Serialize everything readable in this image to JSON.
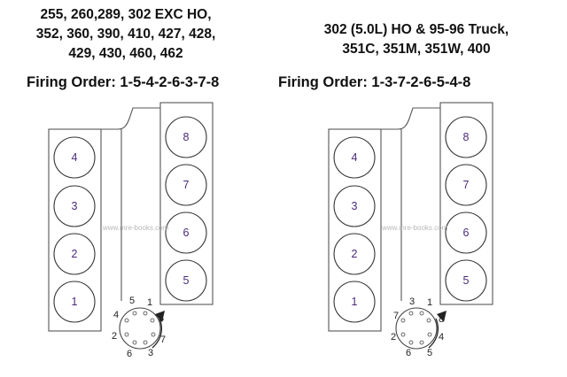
{
  "left": {
    "engines": [
      "255, 260,289, 302 EXC HO,",
      "352, 360, 390, 410, 427, 428,",
      "429, 430, 460, 462"
    ],
    "firing_order": "Firing Order: 1-5-4-2-6-3-7-8",
    "left_bank": [
      "4",
      "3",
      "2",
      "1"
    ],
    "right_bank": [
      "8",
      "7",
      "6",
      "5"
    ],
    "cap": [
      "5",
      "1",
      "8",
      "7",
      "3",
      "6",
      "2",
      "4"
    ],
    "watermark": "www.mre-books.com"
  },
  "right": {
    "engines": [
      "302 (5.0L) HO & 95-96 Truck,",
      "351C, 351M, 351W, 400"
    ],
    "firing_order": "Firing Order: 1-3-7-2-6-5-4-8",
    "left_bank": [
      "4",
      "3",
      "2",
      "1"
    ],
    "right_bank": [
      "8",
      "7",
      "6",
      "5"
    ],
    "cap": [
      "3",
      "1",
      "8",
      "4",
      "5",
      "6",
      "2",
      "7"
    ],
    "watermark": "www.mre-books.com"
  }
}
